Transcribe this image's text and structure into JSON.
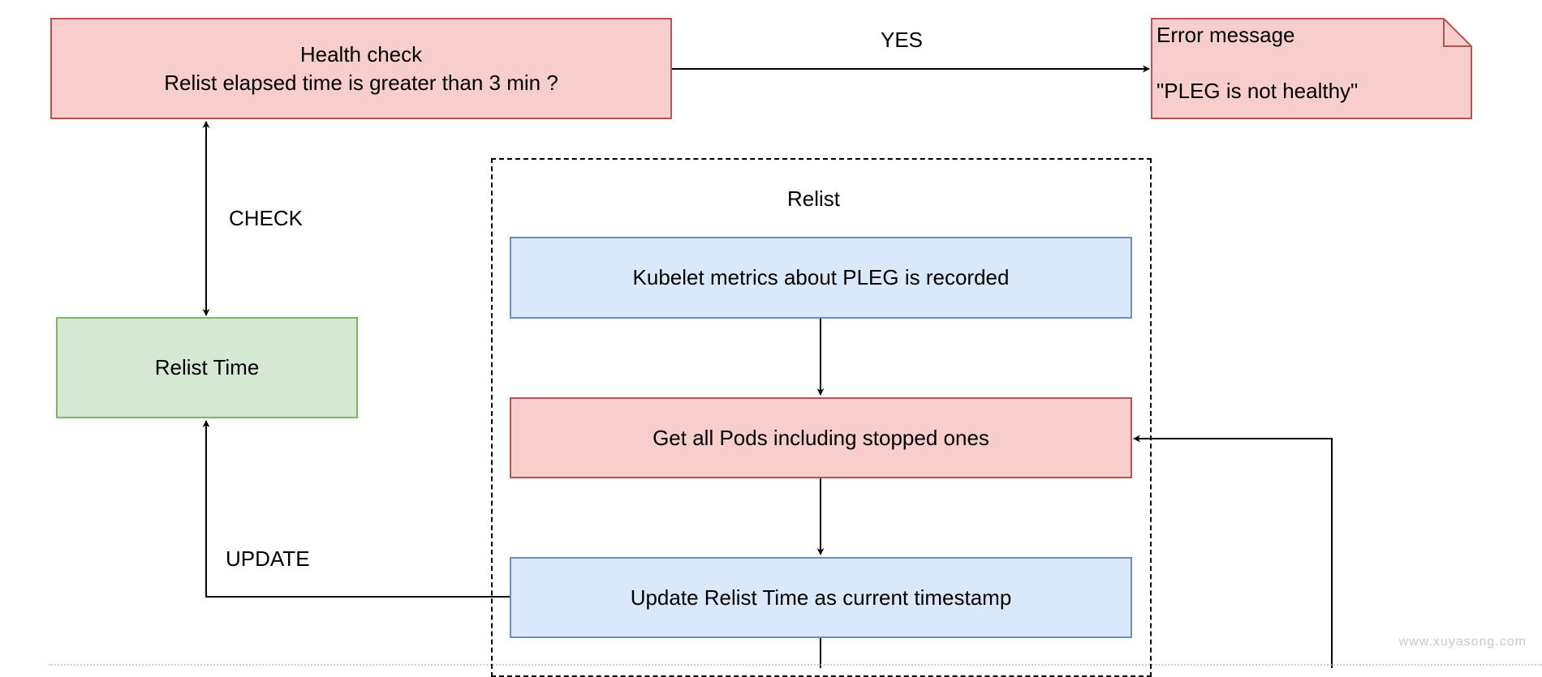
{
  "health_check": {
    "line1": "Health check",
    "line2": "Relist elapsed time is greater than 3 min ?"
  },
  "error_note": {
    "title": "Error message",
    "message": "\"PLEG is not healthy\""
  },
  "relist_time": {
    "label": "Relist Time"
  },
  "relist_group": {
    "title": "Relist",
    "steps": [
      "Kubelet metrics about PLEG is recorded",
      "Get all Pods including stopped ones",
      "Update Relist Time as current timestamp"
    ]
  },
  "edges": {
    "yes": "YES",
    "check": "CHECK",
    "update": "UPDATE"
  },
  "watermark": "www.xuyasong.com",
  "colors": {
    "red_fill": "#f8cecc",
    "red_stroke": "#b85450",
    "blue_fill": "#dae8fc",
    "blue_stroke": "#6c8ebf",
    "green_fill": "#d5e8d4",
    "green_stroke": "#82b366"
  }
}
